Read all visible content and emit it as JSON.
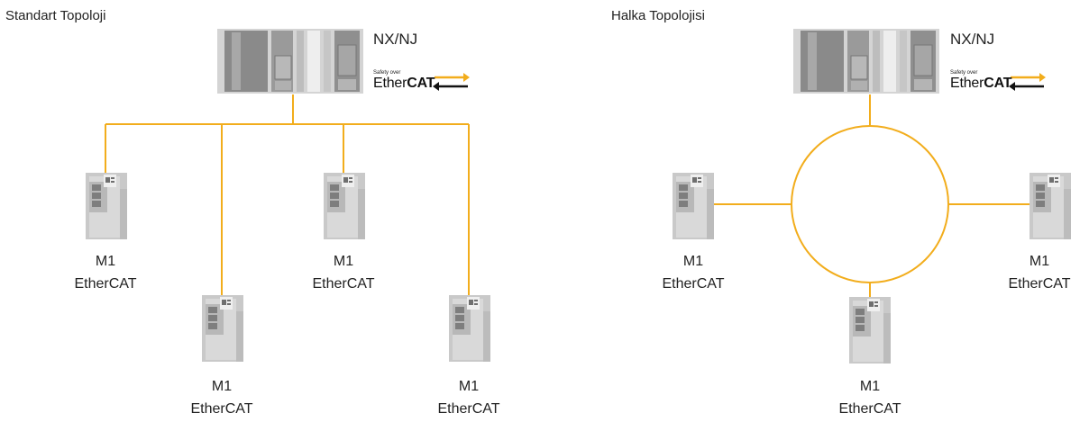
{
  "left": {
    "title": "Standart Topoloji",
    "controller_label": "NX/NJ",
    "badge_small": "Safety over",
    "badge_ether": "Ether",
    "badge_cat": "CAT",
    "nodes": [
      {
        "line1": "M1",
        "line2": "EtherCAT"
      },
      {
        "line1": "M1",
        "line2": "EtherCAT"
      },
      {
        "line1": "M1",
        "line2": "EtherCAT"
      },
      {
        "line1": "M1",
        "line2": "EtherCAT"
      }
    ]
  },
  "right": {
    "title": "Halka Topolojisi",
    "controller_label": "NX/NJ",
    "badge_small": "Safety over",
    "badge_ether": "Ether",
    "badge_cat": "CAT",
    "nodes": [
      {
        "line1": "M1",
        "line2": "EtherCAT"
      },
      {
        "line1": "M1",
        "line2": "EtherCAT"
      },
      {
        "line1": "M1",
        "line2": "EtherCAT"
      }
    ]
  },
  "colors": {
    "link": "#f2ad1c",
    "device_light": "#d6d6d6",
    "device_dark": "#8c8c8c",
    "arrow_orange": "#f2ad1c"
  }
}
